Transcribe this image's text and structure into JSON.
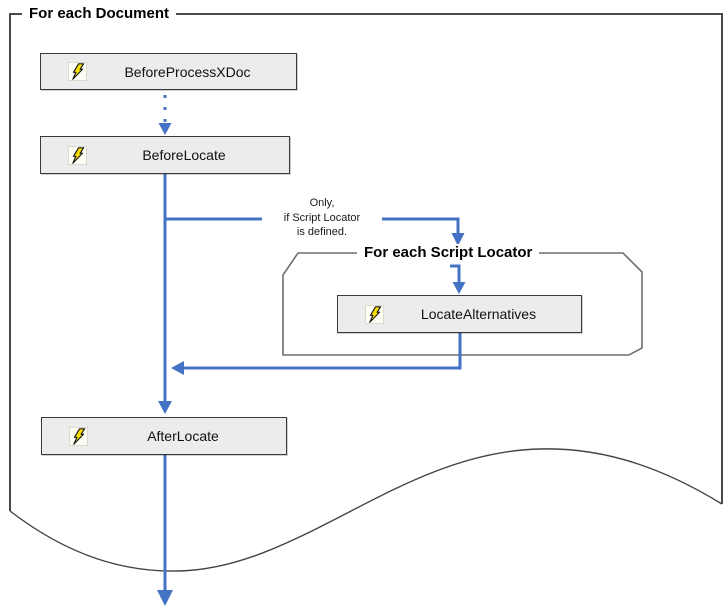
{
  "diagram": {
    "outer_frame": {
      "title": "For each Document"
    },
    "inner_frame": {
      "title": "For each Script Locator"
    },
    "condition_note": [
      "Only,",
      "if Script Locator",
      "is defined."
    ],
    "nodes": [
      {
        "id": "before-process-xdoc",
        "label": "BeforeProcessXDoc",
        "icon": "event-bolt-icon"
      },
      {
        "id": "before-locate",
        "label": "BeforeLocate",
        "icon": "event-bolt-icon"
      },
      {
        "id": "locate-alternatives",
        "label": "LocateAlternatives",
        "icon": "event-bolt-icon"
      },
      {
        "id": "after-locate",
        "label": "AfterLocate",
        "icon": "event-bolt-icon"
      }
    ],
    "colors": {
      "connector": "#4472c4",
      "box_fill": "#ececec",
      "box_border": "#3a3a3a",
      "outer_frame_border": "#4a4a4a",
      "inner_frame_border": "#6e6e6e",
      "bolt_fill": "#f8e000",
      "bolt_outline": "#1a1a1a",
      "text": "#000000"
    }
  }
}
